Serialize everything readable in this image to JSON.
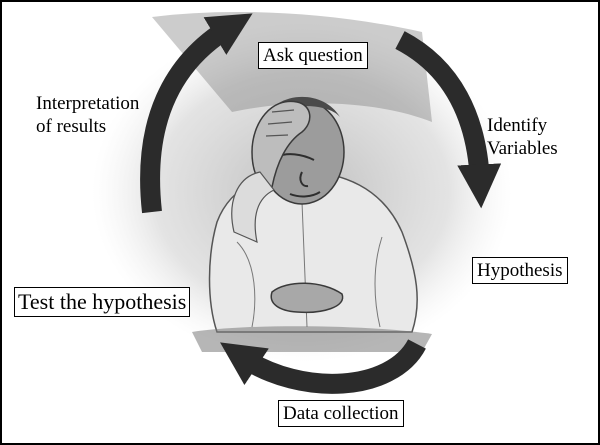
{
  "diagram": {
    "steps": {
      "ask": "Ask question",
      "identify": [
        "Identify",
        "Variables"
      ],
      "hypothesis": "Hypothesis",
      "data_collection": "Data collection",
      "test": "Test the hypothesis",
      "interpretation": [
        "Interpretation",
        "of results"
      ]
    },
    "colors": {
      "arrow": "#2b2b2b",
      "background": "#ffffff",
      "border": "#000000"
    },
    "center_image": "pensive-man-painting"
  }
}
